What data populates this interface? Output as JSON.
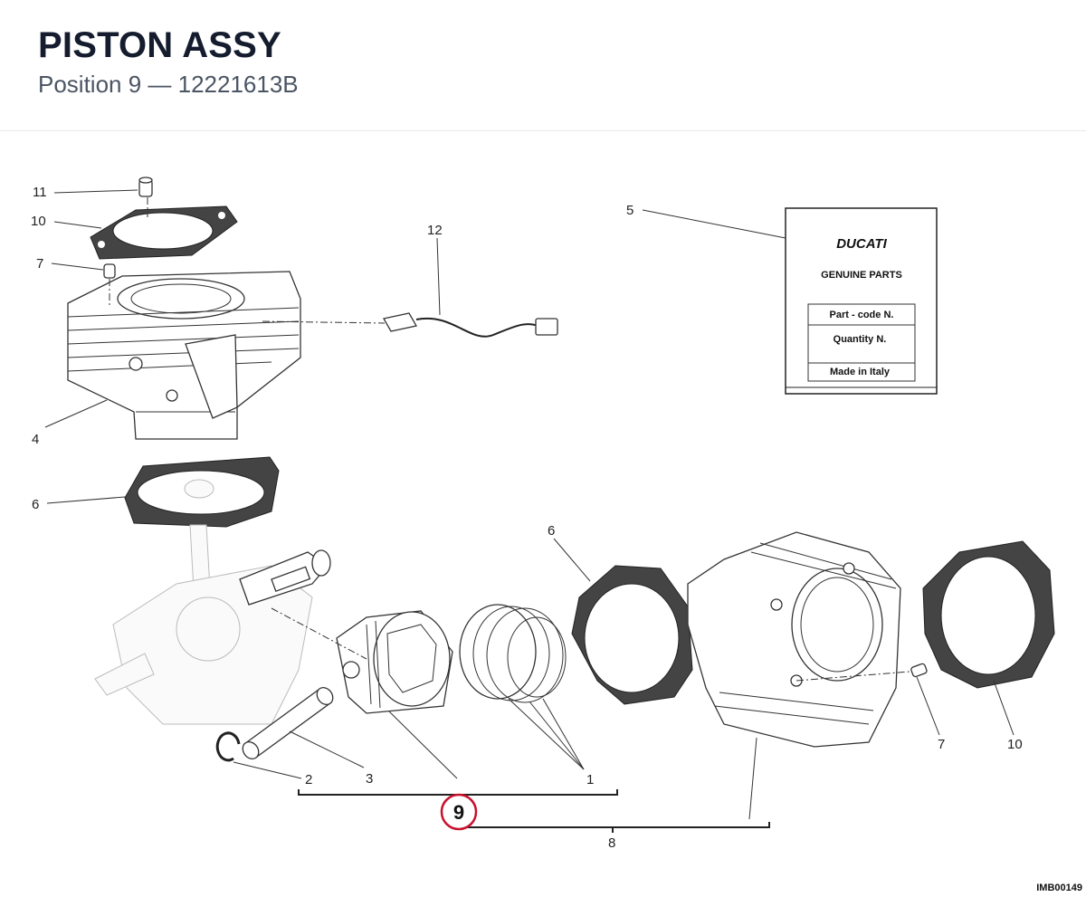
{
  "header": {
    "title": "PISTON ASSY",
    "subtitle": "Position 9 — 12221613B"
  },
  "callouts": {
    "c11": "11",
    "c10_top": "10",
    "c7_top": "7",
    "c4": "4",
    "c6_left": "6",
    "c12": "12",
    "c5": "5",
    "c6_mid": "6",
    "c7_right": "7",
    "c10_right": "10",
    "c2": "2",
    "c3": "3",
    "c1": "1",
    "c8": "8",
    "c9": "9"
  },
  "label_card": {
    "brand": "DUCATI",
    "line1": "GENUINE PARTS",
    "row1": "Part - code N.",
    "row2": "Quantity N.",
    "row3": "Made in Italy"
  },
  "highlight_color": "#c8102e",
  "image_ref": "IMB00149"
}
